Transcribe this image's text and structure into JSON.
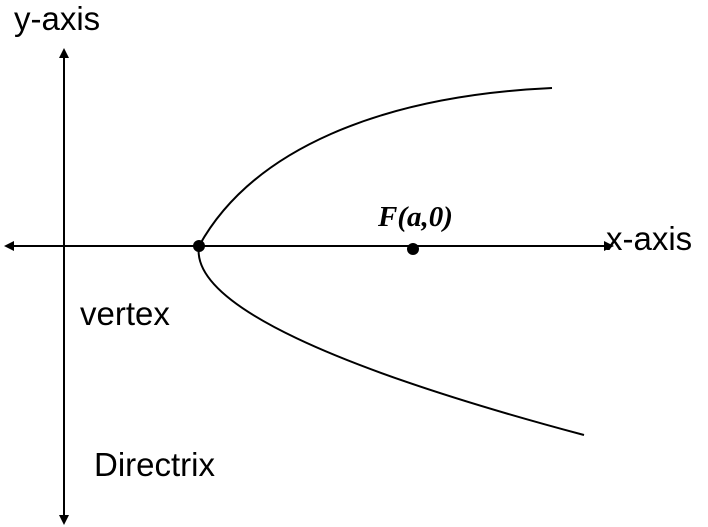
{
  "labels": {
    "y_axis": "y-axis",
    "x_axis": "x-axis",
    "vertex": "vertex",
    "directrix": "Directrix",
    "focus": "F(a,0)"
  },
  "colors": {
    "stroke": "#000000",
    "background": "#ffffff"
  }
}
